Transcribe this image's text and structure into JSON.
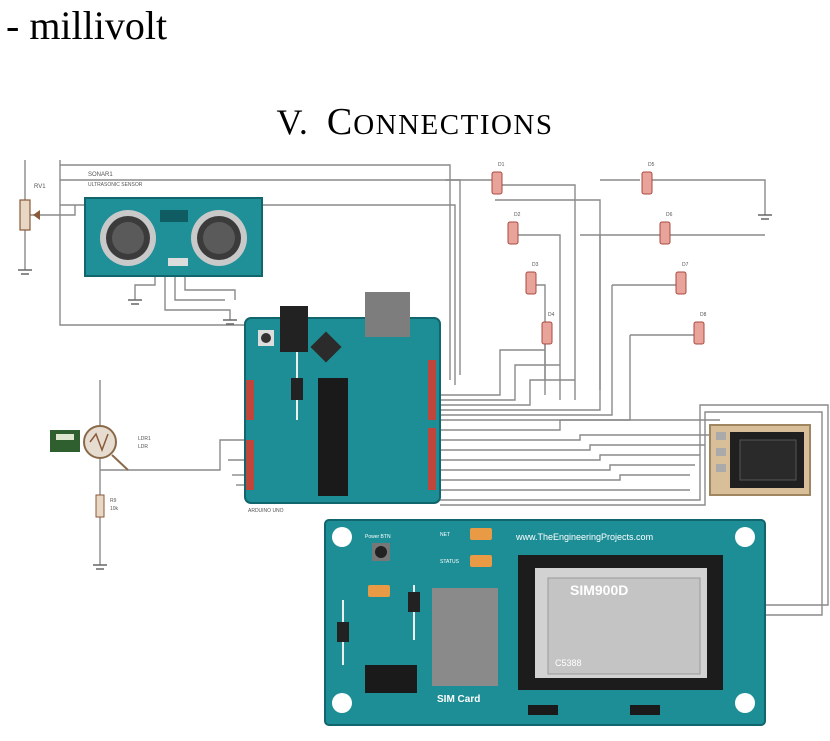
{
  "header": {
    "text_fragment": "- millivolt"
  },
  "section": {
    "numeral": "V.",
    "title_first": "C",
    "title_rest": "ONNECTIONS"
  },
  "diagram": {
    "gsm_module": {
      "website": "www.TheEngineeringProjects.com",
      "chip_label": "SIM900D",
      "chip_sub": "C5388",
      "sim_label": "SIM Card",
      "pwr_label": "Power BTN",
      "led_label_1": "NET",
      "led_label_2": "STATUS"
    },
    "sensor_label": "SONAR1",
    "sensor_sub": "ULTRASONIC SENSOR",
    "pot_label": "RV1",
    "ldr_label": "LDR1",
    "ldr_sub": "LDR",
    "res_label": "R9",
    "res_value": "10k",
    "arduino_label": "ARDUINO UNO",
    "led_labels": [
      "D1",
      "D2",
      "D3",
      "D4",
      "D5",
      "D6",
      "D7",
      "D8"
    ],
    "colors": {
      "board": "#1d8e96",
      "board_dark": "#146b72",
      "wire": "#808080",
      "led_red": "#d9928a",
      "header": "#c0463b",
      "orange_led": "#e89a45",
      "chip": "#1c1c1c",
      "lcd_frame": "#d8bf99"
    }
  }
}
